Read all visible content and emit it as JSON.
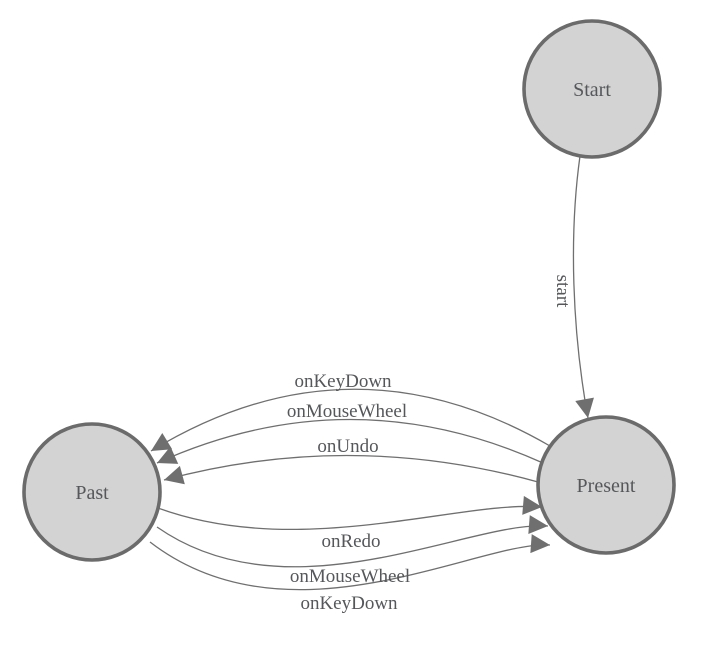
{
  "colors": {
    "node_fill": "#d3d3d3",
    "node_stroke": "#6b6b6b",
    "edge_color": "#6f6f6f",
    "text_color": "#55575a",
    "background": "#ffffff"
  },
  "nodes": [
    {
      "id": "start",
      "label": "Start"
    },
    {
      "id": "present",
      "label": "Present"
    },
    {
      "id": "past",
      "label": "Past"
    }
  ],
  "edges": [
    {
      "from": "Start",
      "to": "Present",
      "label": "start"
    },
    {
      "from": "Present",
      "to": "Past",
      "label": "onKeyDown"
    },
    {
      "from": "Present",
      "to": "Past",
      "label": "onMouseWheel"
    },
    {
      "from": "Present",
      "to": "Past",
      "label": "onUndo"
    },
    {
      "from": "Past",
      "to": "Present",
      "label": "onRedo"
    },
    {
      "from": "Past",
      "to": "Present",
      "label": "onMouseWheel"
    },
    {
      "from": "Past",
      "to": "Present",
      "label": "onKeyDown"
    }
  ]
}
